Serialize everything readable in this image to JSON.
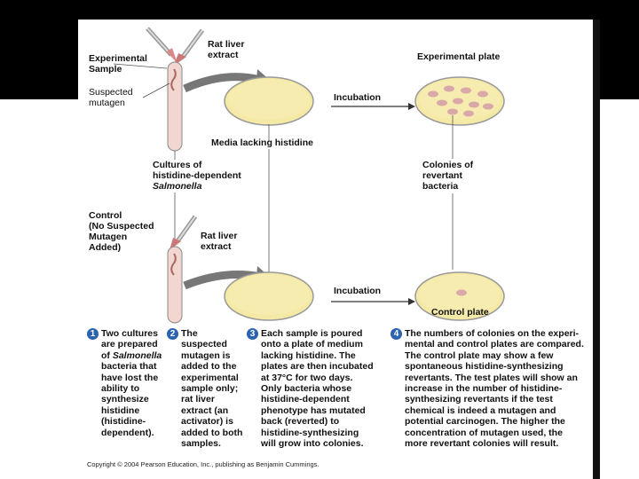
{
  "labels": {
    "experimental_sample": "Experimental Sample",
    "rat_liver_extract_top": "Rat liver extract",
    "suspected_mutagen": "Suspected mutagen",
    "incubation_top": "Incubation",
    "experimental_plate": "Experimental plate",
    "media_lacking_histidine": "Media lacking histidine",
    "cultures_line1": "Cultures of",
    "cultures_line2": "histidine-dependent",
    "cultures_line3": "Salmonella",
    "colonies_line1": "Colonies of",
    "colonies_line2": "revertant",
    "colonies_line3": "bacteria",
    "control": "Control",
    "no_suspected_line1": "(No Suspected",
    "no_suspected_line2": "Mutagen",
    "no_suspected_line3": "Added)",
    "rat_liver_extract_bottom": "Rat liver extract",
    "incubation_bottom": "Incubation",
    "control_plate": "Control plate"
  },
  "steps": {
    "s1": {
      "num": "1",
      "l1": "Two cultures",
      "l2": "are prepared",
      "l3a": "of ",
      "l3b": "Salmonella",
      "l4": "bacteria that",
      "l5": "have lost the",
      "l6": "ability to",
      "l7": "synthesize",
      "l8": "histidine",
      "l9": "(histidine-",
      "l10": "dependent)."
    },
    "s2": {
      "num": "2",
      "lines": [
        "The",
        "suspected",
        "mutagen is",
        "added to the",
        "experimental",
        "sample only;",
        "rat liver",
        "extract (an",
        "activator) is",
        "added to both",
        "samples."
      ]
    },
    "s3": {
      "num": "3",
      "lines": [
        "Each sample is poured",
        "onto a plate of medium",
        "lacking histidine. The",
        "plates are then incubated",
        "at 37°C for two days.",
        "Only bacteria whose",
        "histidine-dependent",
        "phenotype has mutated",
        "back (reverted) to",
        "histidine-synthesizing",
        "will grow into colonies."
      ]
    },
    "s4": {
      "num": "4",
      "lines": [
        "The numbers of colonies on the experi-",
        "mental and control plates are compared.",
        "The control plate may show a few",
        "spontaneous histidine-synthesizing",
        "revertants. The test plates will show an",
        "increase in the number of histidine-",
        "synthesizing revertants if the test",
        "chemical is indeed a mutagen and",
        "potential carcinogen. The higher the",
        "concentration of mutagen used, the",
        "more revertant colonies will result."
      ]
    }
  },
  "copyright": "Copyright © 2004 Pearson Education, Inc., publishing as Benjamin Cummings.",
  "colors": {
    "agar": "#f5e9a6",
    "colony": "#d9a8a8",
    "tube": "#f2d6d0",
    "number_badge": "#2b63b0"
  }
}
